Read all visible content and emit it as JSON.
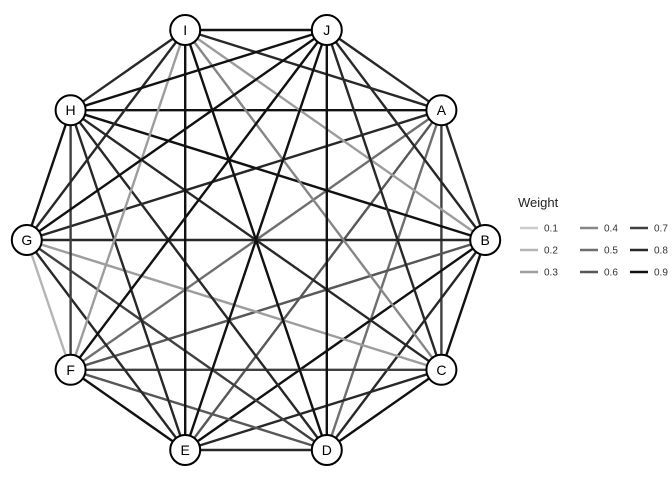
{
  "graph": {
    "nodes": [
      "A",
      "B",
      "C",
      "D",
      "E",
      "F",
      "G",
      "H",
      "I",
      "J"
    ],
    "edges": [
      {
        "source": "A",
        "target": "B",
        "weight": 0.8
      },
      {
        "source": "A",
        "target": "C",
        "weight": 0.7
      },
      {
        "source": "A",
        "target": "D",
        "weight": 0.5
      },
      {
        "source": "A",
        "target": "E",
        "weight": 0.6
      },
      {
        "source": "A",
        "target": "F",
        "weight": 0.5
      },
      {
        "source": "A",
        "target": "G",
        "weight": 0.8
      },
      {
        "source": "A",
        "target": "H",
        "weight": 0.9
      },
      {
        "source": "A",
        "target": "I",
        "weight": 0.8
      },
      {
        "source": "A",
        "target": "J",
        "weight": 0.8
      },
      {
        "source": "B",
        "target": "C",
        "weight": 0.9
      },
      {
        "source": "B",
        "target": "D",
        "weight": 0.8
      },
      {
        "source": "B",
        "target": "E",
        "weight": 0.9
      },
      {
        "source": "B",
        "target": "F",
        "weight": 0.6
      },
      {
        "source": "B",
        "target": "G",
        "weight": 0.8
      },
      {
        "source": "B",
        "target": "H",
        "weight": 0.9
      },
      {
        "source": "B",
        "target": "I",
        "weight": 0.3
      },
      {
        "source": "B",
        "target": "J",
        "weight": 0.8
      },
      {
        "source": "C",
        "target": "D",
        "weight": 0.9
      },
      {
        "source": "C",
        "target": "E",
        "weight": 0.8
      },
      {
        "source": "C",
        "target": "F",
        "weight": 0.7
      },
      {
        "source": "C",
        "target": "G",
        "weight": 0.3
      },
      {
        "source": "C",
        "target": "H",
        "weight": 0.8
      },
      {
        "source": "C",
        "target": "I",
        "weight": 0.4
      },
      {
        "source": "C",
        "target": "J",
        "weight": 0.8
      },
      {
        "source": "D",
        "target": "E",
        "weight": 0.8
      },
      {
        "source": "D",
        "target": "F",
        "weight": 0.6
      },
      {
        "source": "D",
        "target": "G",
        "weight": 0.7
      },
      {
        "source": "D",
        "target": "H",
        "weight": 0.8
      },
      {
        "source": "D",
        "target": "I",
        "weight": 0.9
      },
      {
        "source": "D",
        "target": "J",
        "weight": 0.9
      },
      {
        "source": "E",
        "target": "F",
        "weight": 0.9
      },
      {
        "source": "E",
        "target": "G",
        "weight": 0.8
      },
      {
        "source": "E",
        "target": "H",
        "weight": 0.8
      },
      {
        "source": "E",
        "target": "I",
        "weight": 0.9
      },
      {
        "source": "E",
        "target": "J",
        "weight": 0.9
      },
      {
        "source": "F",
        "target": "G",
        "weight": 0.2
      },
      {
        "source": "F",
        "target": "H",
        "weight": 0.7
      },
      {
        "source": "F",
        "target": "I",
        "weight": 0.3
      },
      {
        "source": "F",
        "target": "J",
        "weight": 0.9
      },
      {
        "source": "G",
        "target": "H",
        "weight": 0.9
      },
      {
        "source": "G",
        "target": "I",
        "weight": 0.8
      },
      {
        "source": "G",
        "target": "J",
        "weight": 0.9
      },
      {
        "source": "H",
        "target": "I",
        "weight": 0.8
      },
      {
        "source": "H",
        "target": "J",
        "weight": 0.9
      },
      {
        "source": "I",
        "target": "J",
        "weight": 0.9
      }
    ]
  },
  "legend": {
    "title": "Weight",
    "entries": [
      "0.1",
      "0.2",
      "0.3",
      "0.4",
      "0.5",
      "0.6",
      "0.7",
      "0.8",
      "0.9"
    ]
  },
  "colors": {
    "node_fill": "#ffffff",
    "node_stroke": "#000000",
    "weak_edge": "#cccccc",
    "strong_edge": "#111111"
  }
}
